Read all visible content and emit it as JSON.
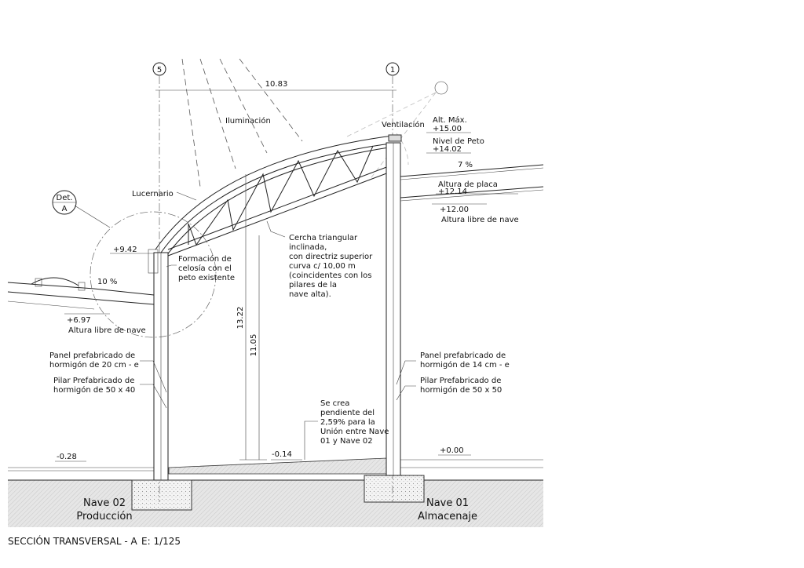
{
  "grid_axes": {
    "left": "5",
    "right": "1"
  },
  "dimensions": {
    "span": "10.83",
    "height_total": "13.22",
    "height_free": "11.05"
  },
  "detail_callout": {
    "line1": "Det.",
    "line2": "A"
  },
  "labels": {
    "iluminacion": "Iluminación",
    "ventilacion": "Ventilación",
    "lucernario": "Lucernario",
    "alt_max": "Alt. Máx.",
    "alt_max_level": "+15.00",
    "nivel_peto": "Nivel de Peto",
    "nivel_peto_level": "+14.02",
    "slope_right": "7 %",
    "altura_placa": "Altura de placa",
    "altura_placa_level": "+12.14",
    "altura_libre_right_level": "+12.00",
    "altura_libre_right": "Altura libre de nave",
    "level_942": "+9.42",
    "slope_left": "10 %",
    "level_697": "+6.97",
    "altura_libre_left": "Altura libre de nave",
    "celosia": [
      "Formación de",
      "celosía con el",
      "peto existente"
    ],
    "cercha": [
      "Cercha triangular",
      "inclinada,",
      "con directriz superior",
      "curva c/ 10,00 m",
      "(coincidentes con los",
      "pilares de la",
      "nave alta)."
    ],
    "panel_left": [
      "Panel prefabricado de",
      "hormigón de 20 cm - e"
    ],
    "pilar_left": [
      "Pilar Prefabricado de",
      "hormigón de 50 x 40"
    ],
    "panel_right": [
      "Panel prefabricado de",
      "hormigón de 14 cm - e"
    ],
    "pilar_right": [
      "Pilar Prefabricado de",
      "hormigón de 50 x 50"
    ],
    "pendiente": [
      "Se crea",
      "pendiente del",
      "2,59% para la",
      "Unión entre Nave",
      "01 y Nave 02"
    ],
    "level_m028": "-0.28",
    "level_m014": "-0.14",
    "level_000": "+0.00",
    "nave02": [
      "Nave 02",
      "Producción"
    ],
    "nave01": [
      "Nave 01",
      "Almacenaje"
    ]
  },
  "footer": {
    "title": "SECCIÓN TRANSVERSAL - A",
    "scale": "E: 1/125"
  }
}
